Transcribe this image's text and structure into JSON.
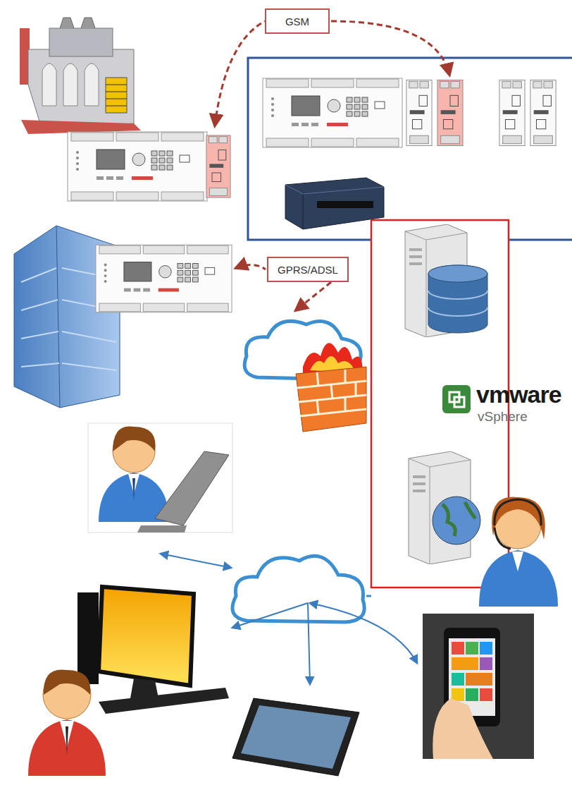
{
  "diagram": {
    "nodes": [
      {
        "text": [
          "GSM"
        ]
      },
      {
        "text": [
          "GPRS/ADSL"
        ]
      }
    ],
    "labels": [
      "vmware",
      "vSphere"
    ]
  }
}
